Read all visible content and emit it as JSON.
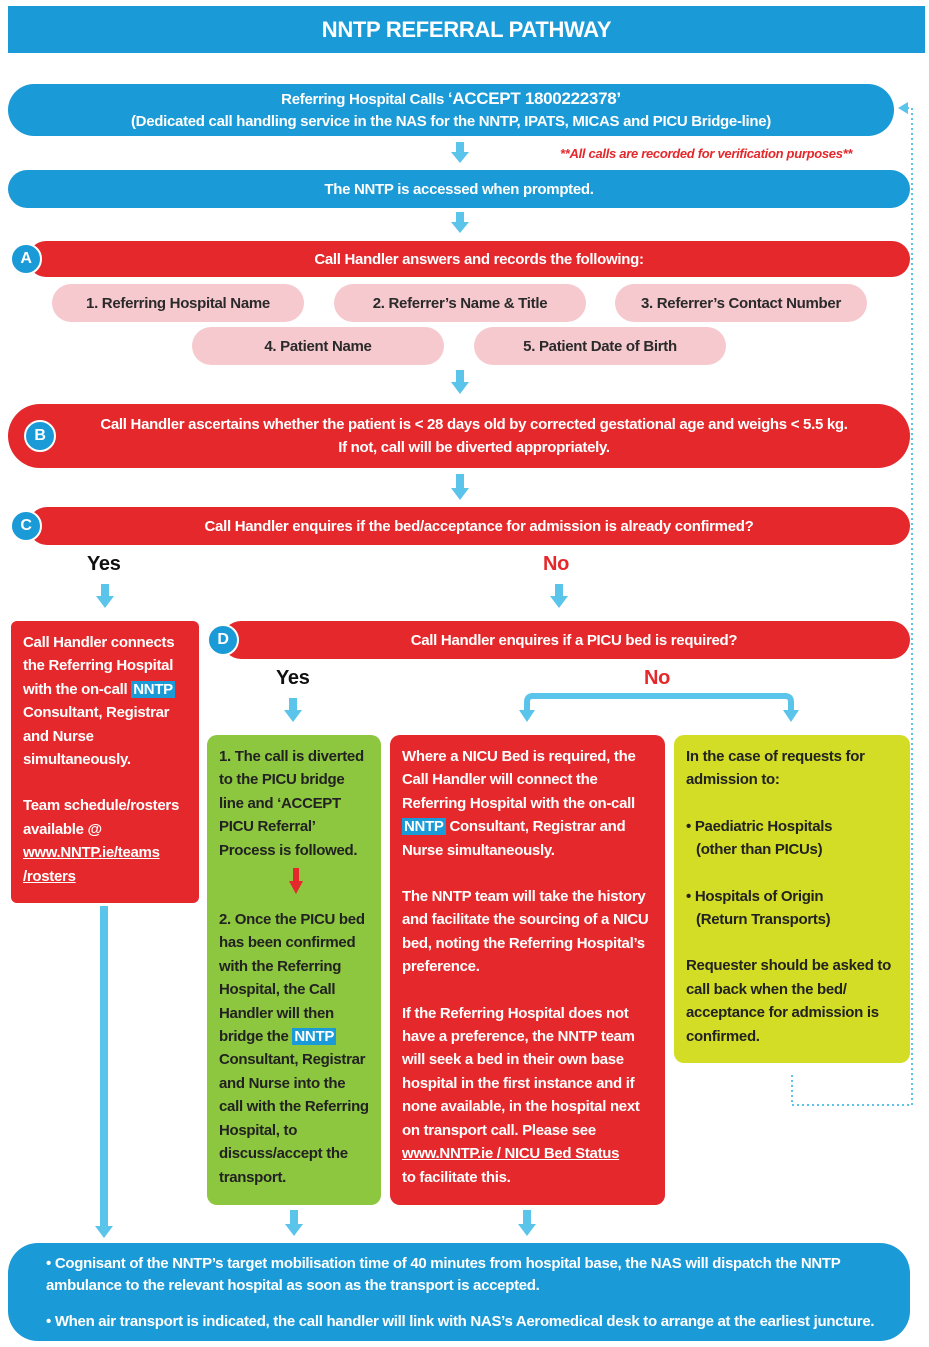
{
  "title": "NNTP REFERRAL PATHWAY",
  "step1": {
    "line1_prefix": "Referring Hospital Calls",
    "line1_number": "‘ACCEPT 1800222378’",
    "line2": "(Dedicated call handling service in the NAS for the NNTP, IPATS, MICAS and PICU Bridge-line)"
  },
  "recorded_note": "**All calls are recorded for verification purposes**",
  "step2": "The NNTP is accessed when prompted.",
  "stepA": {
    "letter": "A",
    "text": "Call Handler answers and records the following:",
    "items": [
      "1. Referring Hospital Name",
      "2. Referrer’s Name & Title",
      "3. Referrer’s Contact Number",
      "4. Patient Name",
      "5. Patient Date of Birth"
    ]
  },
  "stepB": {
    "letter": "B",
    "line1": "Call Handler ascertains whether the patient is < 28 days old by corrected gestational age and weighs < 5.5 kg.",
    "line2": "If not, call will be diverted appropriately."
  },
  "stepC": {
    "letter": "C",
    "text": "Call Handler enquires if the bed/acceptance for admission is already confirmed?",
    "yes": "Yes",
    "no": "No"
  },
  "yesBox": {
    "p1_a": "Call Handler connects the Referring Hospital with the on-call",
    "p1_hl": "NNTP",
    "p1_b": "Consultant, Registrar and Nurse simultaneously.",
    "p2": "Team schedule/rosters available @",
    "link1": "www.NNTP.ie/teams",
    "link2": "/rosters"
  },
  "stepD": {
    "letter": "D",
    "text": "Call Handler enquires if a PICU bed is required?",
    "yes": "Yes",
    "no": "No"
  },
  "greenBox": {
    "p1": "1. The call is diverted to the PICU bridge line and ‘ACCEPT PICU Referral’ Process is followed.",
    "p2_a": "2. Once the PICU bed has been confirmed with the Referring Hospital, the Call Handler will then bridge the",
    "p2_hl": "NNTP",
    "p2_b": "Consultant, Registrar and Nurse into the call with the Referring Hospital, to discuss/accept the transport."
  },
  "nicuBox": {
    "p1_a": "Where a NICU Bed is required, the Call Handler will connect the Referring Hospital with the on-call",
    "p1_hl": "NNTP",
    "p1_b": "Consultant, Registrar and Nurse simultaneously.",
    "p2": "The NNTP team will take the history and facilitate the sourcing of a NICU bed, noting the Referring Hospital’s preference.",
    "p3": "If the Referring Hospital does not have a preference, the NNTP team will seek a bed in their own base hospital in the first instance and if none available, in the hospital next on transport call. Please see",
    "p3_link": "www.NNTP.ie / NICU Bed Status",
    "p3_end": "to facilitate this."
  },
  "limeBox": {
    "p1": "In the case of requests for admission to:",
    "b1": "• Paediatric Hospitals",
    "b1b": "(other than PICUs)",
    "b2": "• Hospitals of Origin",
    "b2b": "(Return Transports)",
    "p3": "Requester should be asked to call back when the bed/ acceptance for admission is confirmed."
  },
  "final": {
    "b1": "• Cognisant of the NNTP’s target mobilisation time of 40 minutes from hospital base, the NAS will dispatch the NNTP ambulance to the relevant hospital as soon as the transport is accepted.",
    "b2": "• When air transport is indicated, the call handler will link with NAS’s Aeromedical desk to arrange at the earliest juncture."
  },
  "colors": {
    "blue": "#1a9ad6",
    "red": "#e4282b",
    "pink": "#f6c9cf",
    "green": "#8dc63f",
    "lime": "#d3dd25",
    "arrow": "#5bc4ea"
  }
}
